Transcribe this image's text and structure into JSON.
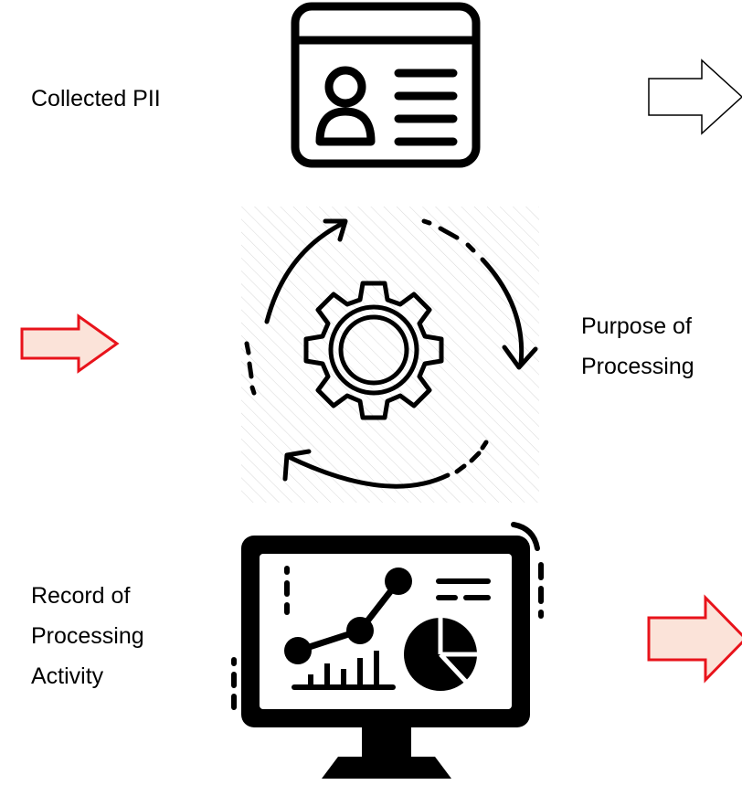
{
  "rows": [
    {
      "label_lines": [
        "Collected PII"
      ],
      "icon": "id-card-icon",
      "arrow": {
        "style": "outline",
        "stroke": "#000000",
        "fill": "#ffffff"
      }
    },
    {
      "label_lines": [
        "Purpose of",
        "Processing"
      ],
      "icon": "gear-cycle-icon",
      "arrow": {
        "style": "filled",
        "stroke": "#e8131b",
        "fill": "#fbe3d9"
      }
    },
    {
      "label_lines": [
        "Record of",
        "Processing",
        "Activity"
      ],
      "icon": "analytics-monitor-icon",
      "arrow": {
        "style": "filled",
        "stroke": "#e8131b",
        "fill": "#fbe3d9"
      }
    }
  ]
}
